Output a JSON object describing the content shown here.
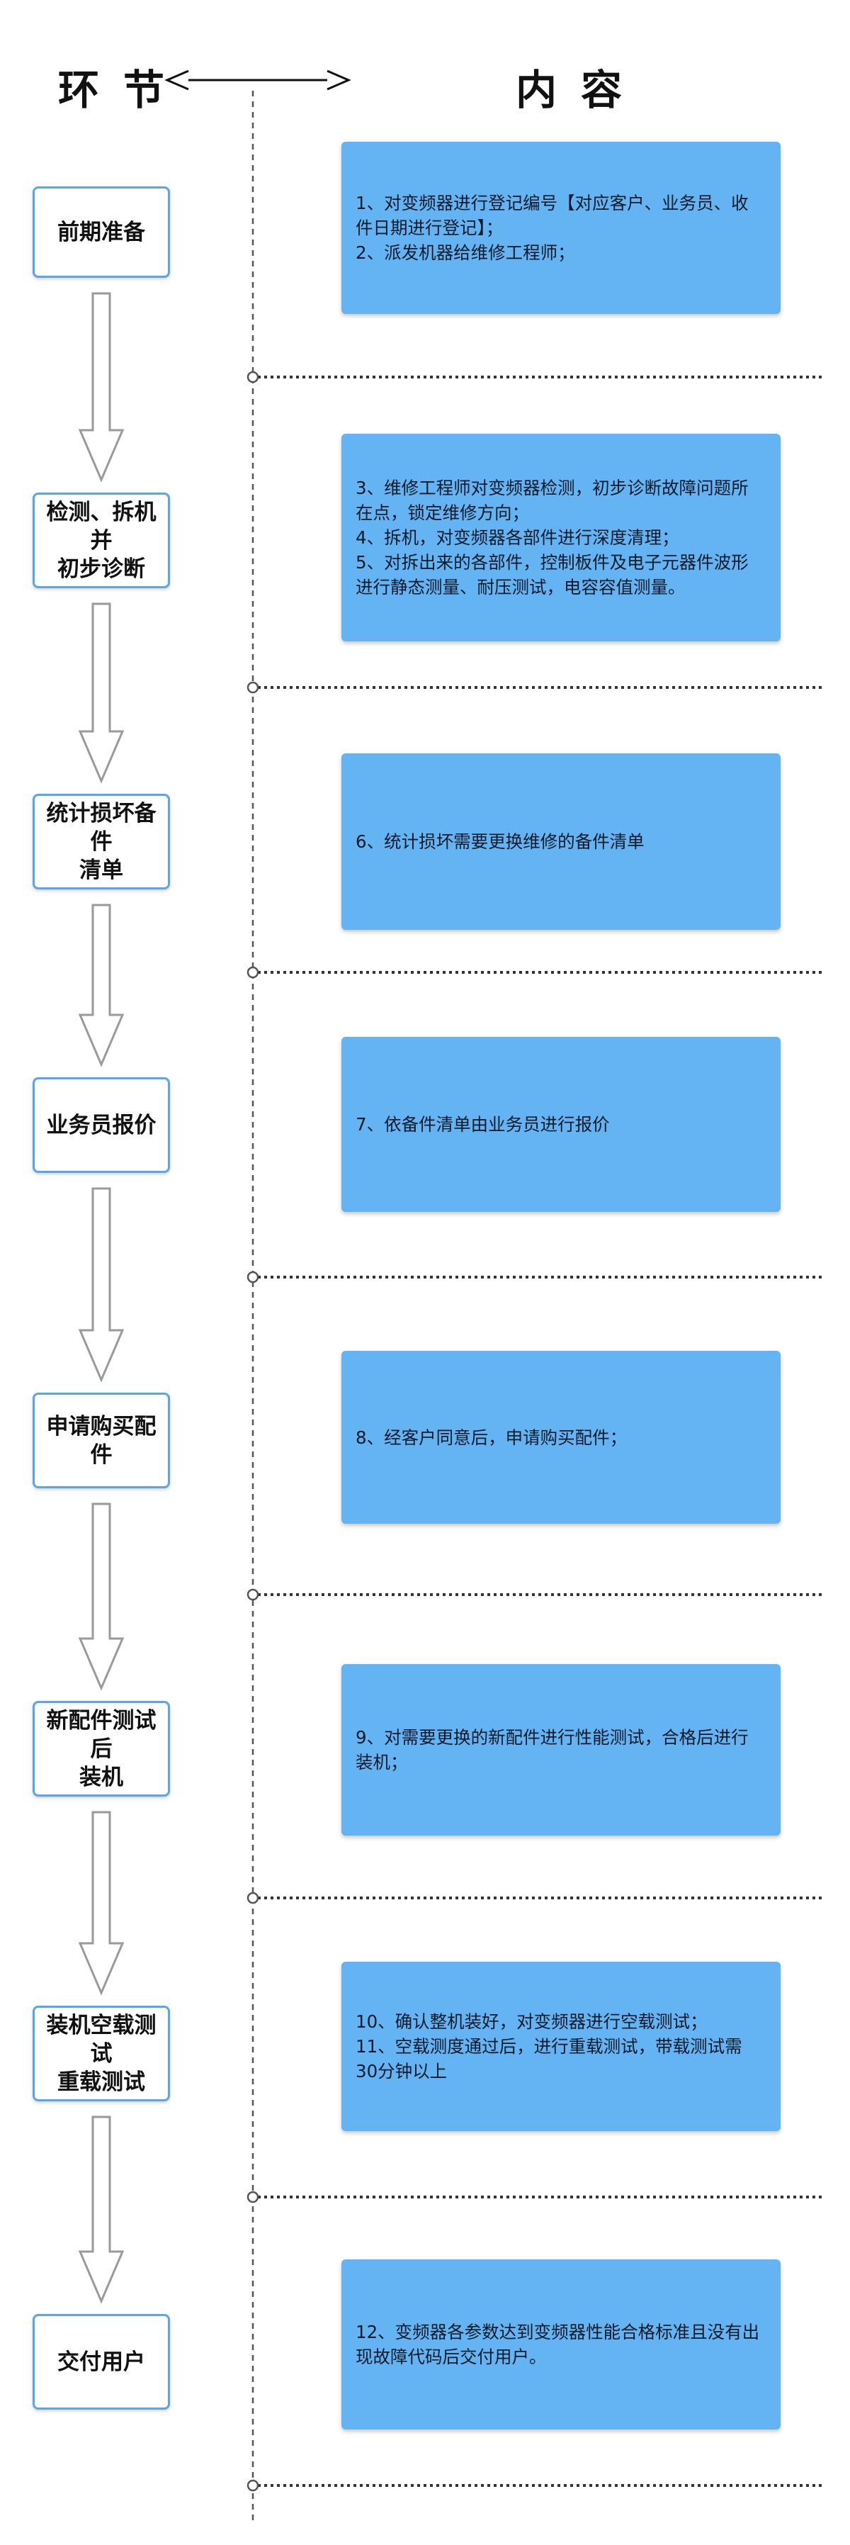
{
  "header": {
    "left_title": "环节",
    "right_title": "内容"
  },
  "colors": {
    "box_fill": "#64b4f4",
    "step_border": "#5aa5ec",
    "arrow": "#9a9a9a",
    "divider": "#333333"
  },
  "steps": [
    {
      "label": "前期准备",
      "content": "1、对变频器进行登记编号【对应客户、业务员、收件日期进行登记】；\n2、派发机器给维修工程师；"
    },
    {
      "label": "检测、拆机并初步诊断",
      "content": "3、维修工程师对变频器检测，初步诊断故障问题所在点，锁定维修方向；\n4、拆机，对变频器各部件进行深度清理；\n5、对拆出来的各部件，控制板件及电子元器件波形进行静态测量、耐压测试，电容容值测量。"
    },
    {
      "label": "统计损坏备件清单",
      "content": "6、统计损坏需要更换维修的备件清单"
    },
    {
      "label": "业务员报价",
      "content": "7、依备件清单由业务员进行报价"
    },
    {
      "label": "申请购买配件",
      "content": "8、经客户同意后，申请购买配件；"
    },
    {
      "label": "新配件测试后装机",
      "content": "9、对需要更换的新配件进行性能测试，合格后进行装机；"
    },
    {
      "label": "装机空载测试重载测试",
      "content": "10、确认整机装好，对变频器进行空载测试；\n11、空载测度通过后，进行重载测试，带载测试需30分钟以上"
    },
    {
      "label": "交付用户",
      "content": "12、变频器各参数达到变频器性能合格标准且没有出现故障代码后交付用户。"
    }
  ]
}
